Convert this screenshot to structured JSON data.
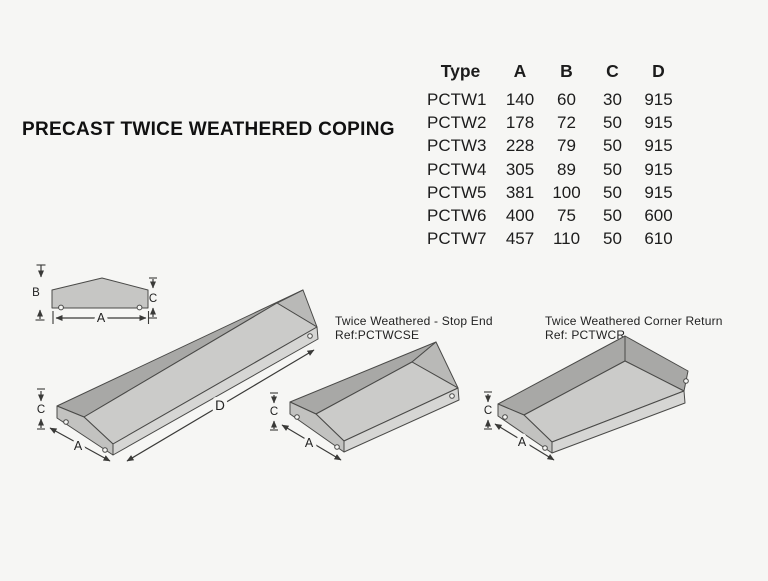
{
  "title": "PRECAST TWICE WEATHERED COPING",
  "table": {
    "headers": [
      "Type",
      "A",
      "B",
      "C",
      "D"
    ],
    "rows": [
      [
        "PCTW1",
        "140",
        "60",
        "30",
        "915"
      ],
      [
        "PCTW2",
        "178",
        "72",
        "50",
        "915"
      ],
      [
        "PCTW3",
        "228",
        "79",
        "50",
        "915"
      ],
      [
        "PCTW4",
        "305",
        "89",
        "50",
        "915"
      ],
      [
        "PCTW5",
        "381",
        "100",
        "50",
        "915"
      ],
      [
        "PCTW6",
        "400",
        "75",
        "50",
        "600"
      ],
      [
        "PCTW7",
        "457",
        "110",
        "50",
        "610"
      ]
    ]
  },
  "diagrams": {
    "cross_section": {
      "label_a": "A",
      "label_b": "B",
      "label_c": "C"
    },
    "main": {
      "label_a": "A",
      "label_c": "C",
      "label_d": "D"
    },
    "stop_end": {
      "caption": "Twice Weathered - Stop End",
      "ref": "Ref:PCTWCSE",
      "label_a": "A",
      "label_c": "C"
    },
    "corner_return": {
      "caption": "Twice Weathered Corner Return",
      "ref": "Ref: PCTWCR",
      "label_a": "A",
      "label_c": "C"
    }
  },
  "colors": {
    "background": "#f6f6f4",
    "slope_dark": "#a8a8a6",
    "slope_light": "#cbcbc9",
    "end_slope": "#b9b9b7",
    "end_face": "#c2c2c0",
    "fascia": "#d6d6d4",
    "profile": "#c6c6c4",
    "outline": "#4a4a48"
  }
}
